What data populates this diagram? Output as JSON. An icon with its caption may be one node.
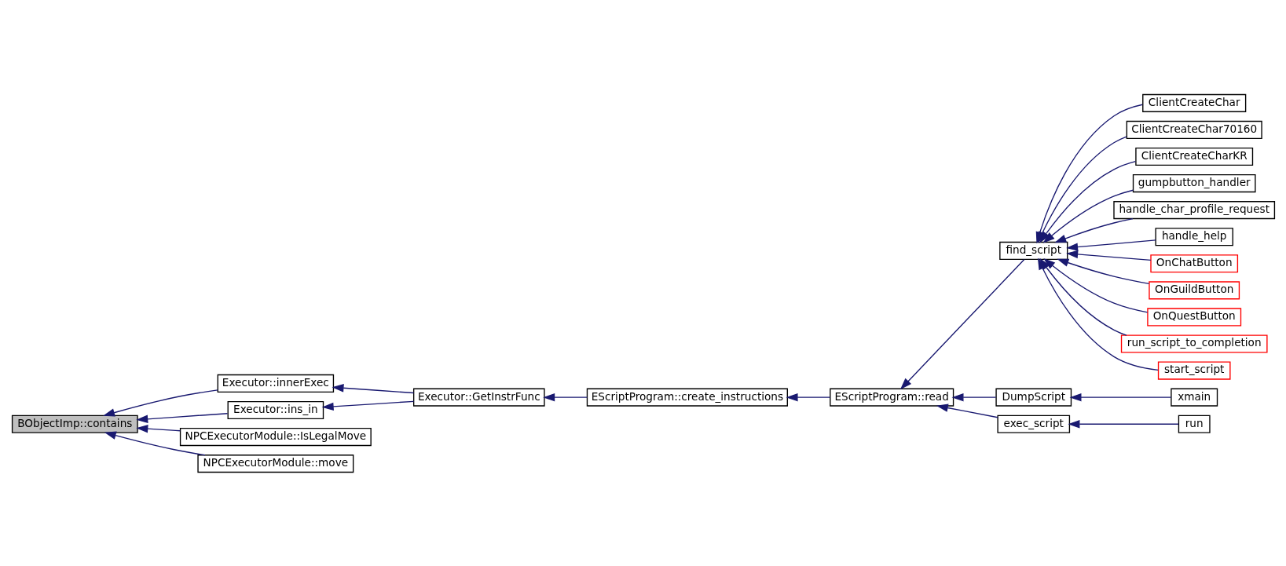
{
  "diagram": {
    "nodes": [
      {
        "text": [
          "BObjectImp::contains"
        ]
      },
      {
        "text": [
          "Executor::innerExec"
        ]
      },
      {
        "text": [
          "Executor::ins_in"
        ]
      },
      {
        "text": [
          "NPCExecutorModule::IsLegalMove"
        ]
      },
      {
        "text": [
          "NPCExecutorModule::move"
        ]
      },
      {
        "text": [
          "Executor::GetInstrFunc"
        ]
      },
      {
        "text": [
          "EScriptProgram::create_instructions"
        ]
      },
      {
        "text": [
          "EScriptProgram::read"
        ]
      },
      {
        "text": [
          "find_script"
        ]
      },
      {
        "text": [
          "DumpScript"
        ]
      },
      {
        "text": [
          "exec_script"
        ]
      },
      {
        "text": [
          "ClientCreateChar"
        ]
      },
      {
        "text": [
          "ClientCreateChar70160"
        ]
      },
      {
        "text": [
          "ClientCreateCharKR"
        ]
      },
      {
        "text": [
          "gumpbutton_handler"
        ]
      },
      {
        "text": [
          "handle_char_profile_request"
        ]
      },
      {
        "text": [
          "handle_help"
        ]
      },
      {
        "text": [
          "OnChatButton"
        ]
      },
      {
        "text": [
          "OnGuildButton"
        ]
      },
      {
        "text": [
          "OnQuestButton"
        ]
      },
      {
        "text": [
          "run_script_to_completion"
        ]
      },
      {
        "text": [
          "start_script"
        ]
      },
      {
        "text": [
          "xmain"
        ]
      },
      {
        "text": [
          "run"
        ]
      }
    ],
    "edges": [
      {
        "from": 1,
        "to": 0,
        "arrow": "to"
      },
      {
        "from": 2,
        "to": 0,
        "arrow": "to"
      },
      {
        "from": 3,
        "to": 0,
        "arrow": "to"
      },
      {
        "from": 4,
        "to": 0,
        "arrow": "to"
      },
      {
        "from": 5,
        "to": 1,
        "arrow": "to"
      },
      {
        "from": 5,
        "to": 2,
        "arrow": "to"
      },
      {
        "from": 6,
        "to": 5,
        "arrow": "to"
      },
      {
        "from": 7,
        "to": 6,
        "arrow": "to"
      },
      {
        "from": 8,
        "to": 7,
        "arrow": "to"
      },
      {
        "from": 9,
        "to": 7,
        "arrow": "to"
      },
      {
        "from": 10,
        "to": 7,
        "arrow": "to"
      },
      {
        "from": 11,
        "to": 8,
        "arrow": "to"
      },
      {
        "from": 12,
        "to": 8,
        "arrow": "to"
      },
      {
        "from": 13,
        "to": 8,
        "arrow": "to"
      },
      {
        "from": 14,
        "to": 8,
        "arrow": "to"
      },
      {
        "from": 15,
        "to": 8,
        "arrow": "to"
      },
      {
        "from": 16,
        "to": 8,
        "arrow": "to"
      },
      {
        "from": 17,
        "to": 8,
        "arrow": "to"
      },
      {
        "from": 18,
        "to": 8,
        "arrow": "to"
      },
      {
        "from": 19,
        "to": 8,
        "arrow": "to"
      },
      {
        "from": 20,
        "to": 8,
        "arrow": "to"
      },
      {
        "from": 21,
        "to": 8,
        "arrow": "to"
      },
      {
        "from": 22,
        "to": 9,
        "arrow": "to"
      },
      {
        "from": 23,
        "to": 10,
        "arrow": "to"
      }
    ]
  }
}
